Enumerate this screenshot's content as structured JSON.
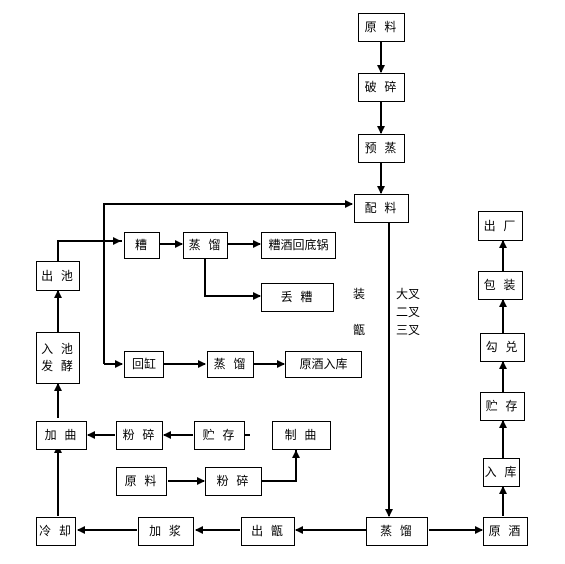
{
  "boxes": {
    "yuanliao_top": "原 料",
    "posui": "破 碎",
    "yuzheng": "预 蒸",
    "peiliao": "配 料",
    "zao": "糟",
    "zhengliu_1": "蒸 馏",
    "zaojiu": "糟酒回底锅",
    "diuzao": "丢 糟",
    "chuchi": "出 池",
    "ruchi": "入 池\n发 酵",
    "huigang": "回缸",
    "zhengliu_2": "蒸 馏",
    "yuanjiu_ruku": "原酒入库",
    "jiaqu": "加 曲",
    "fensui_1": "粉 碎",
    "zhucun_1": "贮 存",
    "zhiqu": "制 曲",
    "yuanliao_bottom": "原 料",
    "fensui_2": "粉 碎",
    "lengque": "冷 却",
    "jiajiang": "加 浆",
    "chuzeng": "出 甑",
    "zhengliu_main": "蒸 馏",
    "yuanjiu": "原 酒",
    "ruku": "入 库",
    "zhucun_2": "贮 存",
    "goudui": "勾 兑",
    "baozhuang": "包 装",
    "chuchang": "出 厂"
  },
  "labels": {
    "zhuang": "装",
    "zeng": "甑",
    "chas": "大叉\n二叉\n三叉"
  }
}
